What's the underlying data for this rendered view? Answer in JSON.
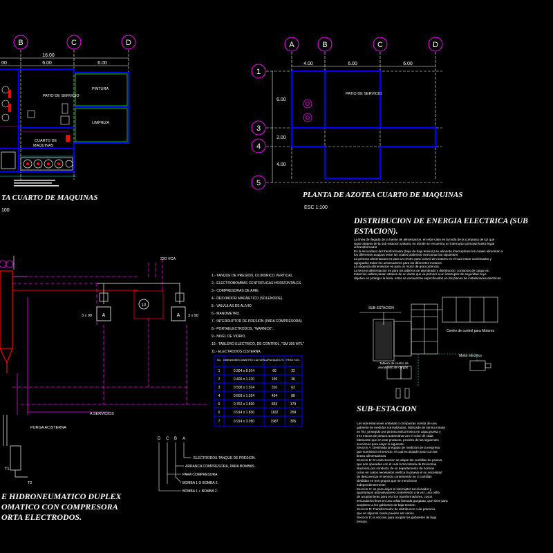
{
  "plan_left": {
    "axes": [
      "B",
      "C",
      "D"
    ],
    "dims": {
      "total": "16.00",
      "sub_a": "6.00",
      "sub_b": "6.00",
      "left": "00"
    },
    "rooms": {
      "patio": "PATIO DE SERVICIO",
      "pintura": "PINTURA",
      "limpieza": "LIMPIEZA",
      "cuarto_a": "CUARTO DE",
      "cuarto_b": "MAQUINAS"
    },
    "title": "TA CUARTO DE MAQUINAS",
    "scale": "100"
  },
  "plan_right": {
    "axes_top": [
      "A",
      "B",
      "C",
      "D"
    ],
    "axes_side": [
      "1",
      "3",
      "4",
      "5"
    ],
    "dims": {
      "a": "4.00",
      "b": "6.00",
      "c": "6.00",
      "v1": "6.00",
      "v2": "2.00",
      "v3": "4.00"
    },
    "patio": "PATIO DE SERVICIO",
    "title": "PLANTA DE AZOTEA CUARTO DE MAQUINAS",
    "scale": "ESC 1:100"
  },
  "hydro": {
    "voltage": "220 VCA",
    "purga": "PURGA ACISTERNA",
    "servicios": "A SERVICIOS",
    "t1": "T1",
    "t2": "T2",
    "dim_a": "3 x 90",
    "dim_b": "3 x 90",
    "box_a": "A",
    "box_b": "A",
    "legend_items": [
      "1.- TANQUE DE PRESION, CILINDRICO VERTICAL.",
      "2.- ELECTROBOMBAS CENTRIFUGAS HORIZONTALES.",
      "3.- COMPRESORAS DE AIRE.",
      "4.- DESVIADOR MAGNETICO (SOLENOIDE).",
      "5.- VALVULAS DE ALIVIO",
      "6.- MANOMETRO.",
      "7.- INTERRUPTOR DE PRESION (PARA COMPRESORA)",
      "8.- PORTAELECTRODOS, \"WARNICK\".",
      "9.- NIVEL DE VIDRIO.",
      "10.- TABLERO ELECTRICO, DE CONTROL, \"SM 305 WTL\"",
      "11.- ELECTRODOS CISTERNA."
    ],
    "table": {
      "headers": [
        "No.",
        "DIMENSIONES DIAMETRO X ALTURA",
        "CAPACIDAD LTS.",
        "PESO KGS."
      ],
      "rows": [
        [
          "1",
          "0.304 x 0.914",
          "66",
          "22"
        ],
        [
          "2",
          "0.406 x 1.220",
          "159",
          "36"
        ],
        [
          "3",
          "0.508 x 1.524",
          "310",
          "63"
        ],
        [
          "4",
          "0.609 x 1.524",
          "454",
          "88"
        ],
        [
          "5",
          "0.762 x 1.830",
          "833",
          "179"
        ],
        [
          "6",
          "0.914 x 1.830",
          "1192",
          "258"
        ],
        [
          "7",
          "0.914 x 3.050",
          "1987",
          "305"
        ]
      ]
    },
    "dcba": [
      "D",
      "C",
      "B",
      "A"
    ],
    "switch_items": [
      "ELECTRODOS TANQUE DE PRESION.",
      "ARRANCA COMPRESORA, PARA BOMBAS.",
      "PARA COMPRESORA",
      "BOMBA 1 O BOMBA 2.",
      "BOMBA 1 + BOMBA 2."
    ],
    "title_lines": [
      "E HIDRONEUMATICO DUPLEX",
      "OMATICO CON COMPRESORA",
      "ORTA ELECTRODOS."
    ]
  },
  "distribution": {
    "title_lines": [
      "DISTRIBUCION DE ENERGIA ELECTRICA (SUB",
      "ESTACION)."
    ],
    "para_lines": [
      "La linea de llegada de la fuente de alimentacion, en este caso es la mufa de la compania de luz que",
      "sigue atraves de la sub estacion unitaria, en donde se encuentra un interruptor principal hasta llegar",
      "al transformador",
      "En la secundario del transformador (baja de baja tension) se alimenta interruptores los cuales alimentan a",
      "los diferentes equipos entre los cuales podemos mencionar los siguientes",
      "La primera alimentacion es para un centro para control de motores en el cual estan combinados y",
      "agrupados todos los arrancadores para los diferentes motores.",
      "La segunda alimentacion es para un motor de gran potencia.",
      "La tercera alimentacion es para los tableros de alumbrado y distribucion, contactos de carga etc.",
      "todos los cables pasan atraves de un ducto que va primero a un interruptor de seguridad cuyo",
      "objetivo es proteger la linea, estos se encuentran especificados en los planos de instalaciones electricas."
    ],
    "labels": {
      "sub": "SUB ESTACION",
      "ccm": "Centro de control para Motores",
      "motor": "Motor electrico",
      "tablero_a": "Tablero de centro de",
      "tablero_b": "alumbrado de cargas"
    }
  },
  "substation": {
    "title": "SUB-ESTACION",
    "para_lines": [
      "Las sub-estaciones unitarias o compactas consta de una",
      "gabinete de medidas normalizadas, fabricado de lamina rolada",
      "en frio, protegido por pintura anticorrosiva en capa gruesa y",
      "tres manos de pintura automotiva con el color de cada",
      "fabricante que en este producto, provisto de las siguientes",
      "secciones para alojar lo siguiente:",
      "Seccion A: Destinada al equipo de medicion de la empresa",
      "que suministra el servicio, el cual es alojado junto con las",
      "lineas alimentadoras",
      "Seccion B: En esta seccion se alojan las cuchillas de prueva,",
      "que son operadas con el cual la Secretaria de Economia",
      "Nacional, por conducto de su departamento de normas",
      "como en casos necesarios verifica la prueva el su necesidad",
      "de desconectar el servicio conteniendo en 3 cuchillas",
      "divididas en tres grupos que se mencionan",
      "independientemente.",
      "Seccion C: es para alojar el interruptor seccionador y",
      "apartarayos autovalvulares conteniendo a la vez, una orilla",
      "de acoplamiento para el a los transformadores, cuyos",
      "secundarios lleva en una celda llamada garganta, que sirve para",
      "acoplarse a los gabinetes de baja tension.",
      "Seccion D: Transformador de distribucion o de potencia",
      "que en algunos casos pueden ser varios.",
      "Seccion E: la seccion para acoplar los gabinetes de baja",
      "tension."
    ]
  }
}
